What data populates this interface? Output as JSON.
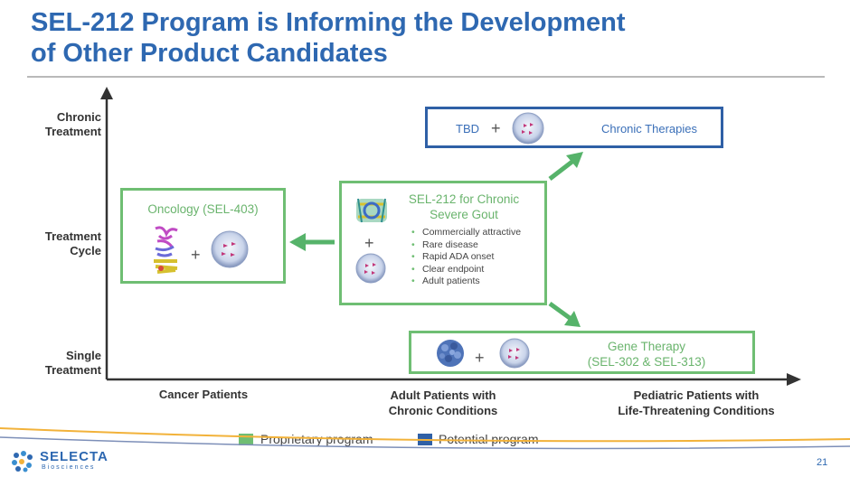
{
  "title": {
    "line1": "SEL-212 Program is Informing the Development",
    "line2": "of Other Product Candidates"
  },
  "y_axis": {
    "chronic": [
      "Chronic",
      "Treatment"
    ],
    "cycle": [
      "Treatment",
      "Cycle"
    ],
    "single": [
      "Single",
      "Treatment"
    ]
  },
  "x_axis": {
    "cancer": [
      "Cancer Patients"
    ],
    "adult": [
      "Adult Patients with",
      "Chronic Conditions"
    ],
    "pediatric": [
      "Pediatric Patients with",
      "Life-Threatening Conditions"
    ]
  },
  "boxes": {
    "chronic": {
      "left_label": "TBD",
      "plus": "+",
      "right_label": "Chronic Therapies"
    },
    "oncology": {
      "label": "Oncology (SEL-403)",
      "plus": "+"
    },
    "gout": {
      "title": [
        "SEL-212 for Chronic",
        "Severe Gout"
      ],
      "plus": "+",
      "bullets": [
        "Commercially attractive",
        "Rare disease",
        "Rapid ADA onset",
        "Clear endpoint",
        "Adult patients"
      ]
    },
    "gene": {
      "plus": "+",
      "label": [
        "Gene Therapy",
        "(SEL-302 & SEL-313)"
      ]
    }
  },
  "legend": [
    {
      "label": "Proprietary program",
      "color": "#6fbe73"
    },
    {
      "label": "Potential program",
      "color": "#2f60a6"
    }
  ],
  "logo": {
    "name": "SELECTA",
    "sub": "Biosciences"
  },
  "page_number": "21",
  "colors": {
    "brand_blue": "#2e68b1",
    "green": "#6fbe73",
    "navy": "#2f60a6",
    "arrow_green": "#56b36a"
  }
}
